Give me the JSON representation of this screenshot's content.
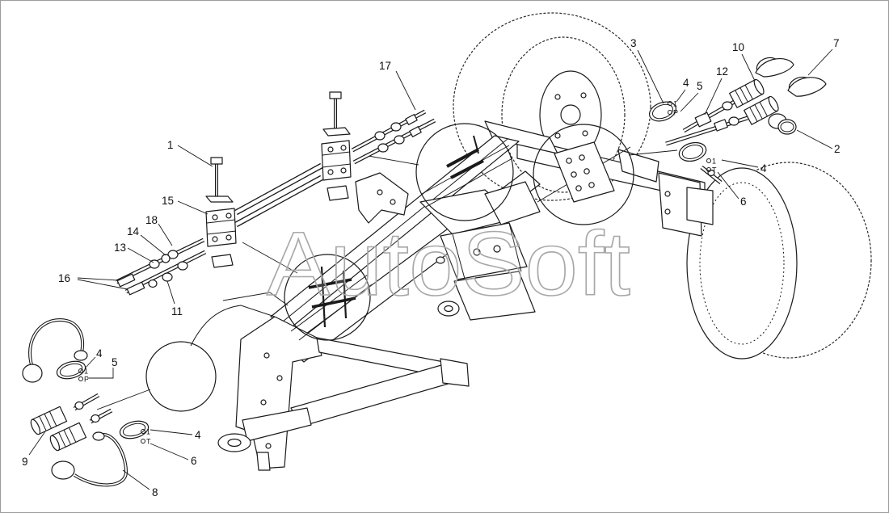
{
  "watermark": "AutoSoft",
  "callouts": [
    "1",
    "15",
    "18",
    "14",
    "13",
    "16",
    "11",
    "17",
    "3",
    "4",
    "5",
    "12",
    "10",
    "7",
    "2",
    "4",
    "6",
    "4",
    "5",
    "9",
    "4",
    "6",
    "8"
  ],
  "ring_marks": {
    "top": [
      "1",
      "P"
    ],
    "right": [
      "1",
      "T"
    ],
    "left": [
      "1",
      "P"
    ],
    "bottom": [
      "1",
      "T"
    ]
  },
  "colors": {
    "line": "#1a1a1a",
    "background": "#ffffff",
    "watermark": "#a8a8a8",
    "border": "#9c9c9c"
  }
}
